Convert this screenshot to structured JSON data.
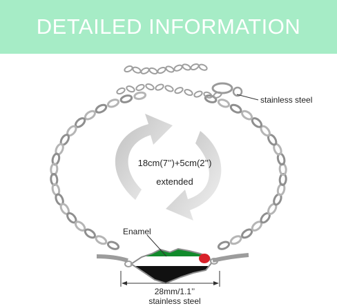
{
  "banner": {
    "title": "DETAILED INFORMATION",
    "color": "#a6ecc6"
  },
  "annotations": {
    "clasp_material": "stainless steel",
    "length_text": "18cm(7’’)+5cm(2’’)",
    "extended_text": "extended",
    "enamel_text": "Enamel",
    "size_text": "28mm/1.1’’",
    "charm_material": "stainless steel"
  },
  "charm": {
    "flag_colors": [
      "#118a2b",
      "#ffffff",
      "#111111",
      "#d8222a"
    ]
  }
}
